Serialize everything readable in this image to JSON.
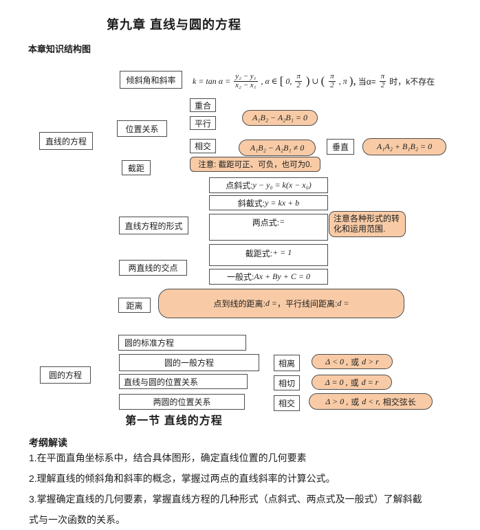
{
  "header": {
    "chapter_title": "第九章 直线与圆的方程",
    "structure_heading": "本章知识结构图"
  },
  "diagram": {
    "line_root": "直线的方程",
    "slope_label": "倾斜角和斜率",
    "slope_formula": {
      "lead": "k = tan α =",
      "num": "y₂ − y₁",
      "den": "x₂ − x₁",
      "t1": ", α ∈",
      "lb": "[",
      "zero": "0,",
      "pi": "π",
      "two": "2",
      "rp": ")",
      "cup": "∪",
      "lp": "(",
      "cpi": ", π",
      "rpc": "),",
      "when": "当α=",
      "tail": "时，k不存在"
    },
    "position_relation": "位置关系",
    "coincident": "重合",
    "parallel": "平行",
    "intersect": "相交",
    "perpendicular": "垂直",
    "parallel_condition": "A₁B₂ − A₂B₁ = 0",
    "intersect_condition": "A₁B₂ − A₂B₁ ≠ 0",
    "perpendicular_condition": "A₁A₂ + B₁B₂ = 0",
    "intercept_label": "截距",
    "intercept_note": "注意: 截距可正、可负，也可为0.",
    "forms_label": "直线方程的形式",
    "forms": {
      "point_slope_label": "点斜式: ",
      "point_slope_formula": "y − y₀ = k(x − x₀)",
      "slope_intercept_label": "斜截式: ",
      "slope_intercept_formula": "y = kx + b",
      "two_point_label": "两点式: ",
      "two_point_formula": "=",
      "intercept_form_label": "截距式: ",
      "intercept_form_formula": "+ = 1",
      "general_label": "一般式: ",
      "general_formula": "Ax + By + C = 0"
    },
    "forms_note": "注意各种形式的转化和运用范围.",
    "two_lines_intersection": "两直线的交点",
    "distance_label": "距离",
    "distance_note": {
      "t1": "点到线的距离: ",
      "m1": "d =",
      "t2": "，平行线间距离: ",
      "m2": "d ="
    },
    "circle_root": "圆的方程",
    "circle_standard": "圆的标准方程",
    "circle_general": "圆的一般方程",
    "line_circle_relation": "直线与圆的位置关系",
    "two_circles_relation": "两圆的位置关系",
    "separate": "相离",
    "tangent": "相切",
    "intersecting": "相交",
    "separate_condition": {
      "m1": "Δ < 0 ,",
      "z1": "或",
      "m2": "d > r",
      "z2": ""
    },
    "tangent_condition": {
      "m1": "Δ = 0 ,",
      "z1": "或",
      "m2": "d = r",
      "z2": ""
    },
    "intersecting_condition": {
      "m1": "Δ > 0 ,",
      "z1": "或",
      "m2": "d < r,",
      "z2": "相交弦长"
    }
  },
  "section": {
    "title": "第一节 直线的方程",
    "syllabus_heading": "考纲解读",
    "syllabus_items": [
      "1.在平面直角坐标系中，结合具体图形，确定直线位置的几何要素",
      "2.理解直线的倾斜角和斜率的概念，掌握过两点的直线斜率的计算公式。",
      "3.掌握确定直线的几何要素，掌握直线方程的几种形式（点斜式、两点式及一般式）了解斜截式与一次函数的关系。"
    ]
  },
  "colors": {
    "pill_fill": "#f8cba6",
    "border": "#4b4b4b"
  }
}
